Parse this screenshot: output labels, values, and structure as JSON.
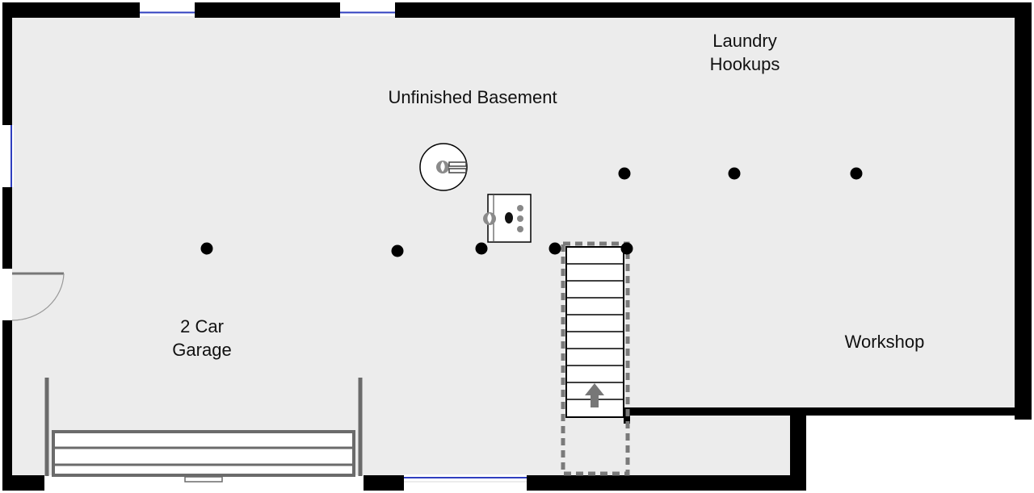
{
  "floorplan": {
    "labels": {
      "unfinished_basement": "Unfinished Basement",
      "laundry_line1": "Laundry",
      "laundry_line2": "Hookups",
      "garage_line1": "2 Car",
      "garage_line2": "Garage",
      "workshop": "Workshop"
    },
    "colors": {
      "floor": "#ececec",
      "wall": "#000000",
      "window": "#2f3fbf",
      "interior_line": "#6b6b6b",
      "column": "#000000"
    },
    "icons": {
      "water_heater": "water-heater-icon",
      "furnace": "furnace-icon",
      "stair_arrow": "up-arrow-icon"
    }
  }
}
